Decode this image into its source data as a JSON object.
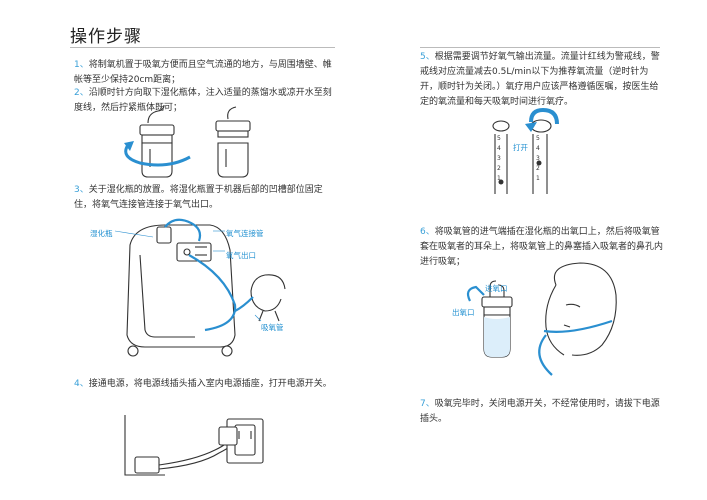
{
  "page": {
    "title": "操作步骤"
  },
  "steps": [
    {
      "num": "1、",
      "text": "将制氧机置于吸氧方便而且空气流通的地方，与周围墙壁、帷帐等至少保持20cm距离；"
    },
    {
      "num": "2、",
      "text": "沿顺时针方向取下湿化瓶体，注入适量的蒸馏水或凉开水至刻度线，然后拧紧瓶体既可；"
    },
    {
      "num": "3、",
      "text": "关于湿化瓶的放置。将湿化瓶置于机器后部的凹槽部位固定住，将氧气连接管连接于氧气出口。"
    },
    {
      "num": "4、",
      "text": "接通电源，将电源线插头插入室内电源插座，打开电源开关。"
    },
    {
      "num": "5、",
      "text": "根据需要调节好氧气输出流量。流量计红线为警戒线，警戒线对应流量减去0.5L/min以下为推荐氧流量（逆时针为开，顺时针为关闭。）氧疗用户应该严格遵循医嘱，按医生给定的氧流量和每天吸氧时间进行氧疗。"
    },
    {
      "num": "6、",
      "text": "将吸氧管的进气端插在湿化瓶的出氧口上，然后将吸氧管套在吸氧者的耳朵上，将吸氧管上的鼻塞插入吸氧者的鼻孔内进行吸氧；"
    },
    {
      "num": "7、",
      "text": "吸氧完毕时，关闭电源开关，不经常使用时，请拔下电源插头。"
    }
  ],
  "labels": {
    "humidifier": "湿化瓶",
    "oxygen_tube_connect": "氧气连接管",
    "oxygen_outlet": "氧气出口",
    "nasal_tube": "吸氧管",
    "open": "打开",
    "oxygen_inlet": "进氧口",
    "oxygen_out": "出氧口"
  },
  "flowmeter_scale": [
    "5",
    "4",
    "3",
    "2",
    "1"
  ]
}
